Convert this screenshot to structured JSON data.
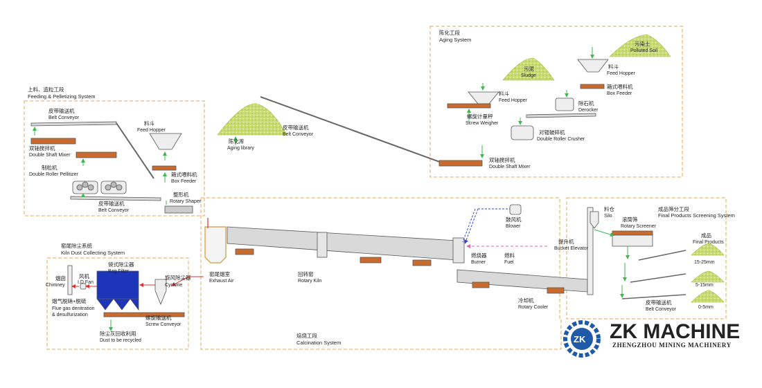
{
  "sections": {
    "aging": {
      "zh": "陈化工段",
      "en": "Aging System"
    },
    "feeding": {
      "zh": "上料、造粒工段",
      "en": "Feeding & Pelletizing System"
    },
    "kiln_dust": {
      "zh": "窑尾除尘系统",
      "en": "Kiln Dust Collecting System"
    },
    "calcination": {
      "zh": "焙烧工段",
      "en": "Calcination System"
    },
    "screening": {
      "zh": "成品筛分工段",
      "en": "Final Products Screening System"
    }
  },
  "equipment": {
    "belt_conveyor_1": {
      "zh": "皮带输送机",
      "en": "Belt Conveyor"
    },
    "double_shaft_mixer_1": {
      "zh": "双轴搅拌机",
      "en": "Double Shaft Mixer"
    },
    "double_roller_pellitizer": {
      "zh": "制粒机",
      "en": "Double Roller Pellitizer"
    },
    "belt_conveyor_2": {
      "zh": "皮带输送机",
      "en": "Belt Conveyor"
    },
    "feed_hopper_1": {
      "zh": "料斗",
      "en": "Feed Hopper"
    },
    "box_feeder_1": {
      "zh": "箱式喂料机",
      "en": "Box Feeder"
    },
    "rotary_shaper": {
      "zh": "整形机",
      "en": "Rotary Shaper"
    },
    "aging_library": {
      "zh": "陈化库",
      "en": "Aging library"
    },
    "belt_conveyor_3": {
      "zh": "皮带输送机",
      "en": "Belt Conveyor"
    },
    "sludge": {
      "zh": "污泥",
      "en": "Sludge"
    },
    "feed_hopper_2": {
      "zh": "料斗",
      "en": "Feed Hopper"
    },
    "screw_weigher": {
      "zh": "螺旋计量秤",
      "en": "Screw Weigher"
    },
    "double_roller_crusher": {
      "zh": "对辊破碎机",
      "en": "Double Roller Crusher"
    },
    "double_shaft_mixer_2": {
      "zh": "双轴搅拌机",
      "en": "Double Shaft Mixer"
    },
    "polluted_soil": {
      "zh": "污染土",
      "en": "Polluted Soil"
    },
    "feed_hopper_3": {
      "zh": "料斗",
      "en": "Feed Hopper"
    },
    "box_feeder_2": {
      "zh": "箱式喂料机",
      "en": "Box Feeder"
    },
    "derocker": {
      "zh": "除石机",
      "en": "Derocker"
    },
    "chimney": {
      "zh": "烟囱",
      "en": "Chimney"
    },
    "id_fan": {
      "zh": "风机",
      "en": "I.D.Fan"
    },
    "bag_filter": {
      "zh": "袋式除尘器",
      "en": "Bag Filter"
    },
    "cyclone": {
      "zh": "旋风除尘器",
      "en": "Cyclone"
    },
    "flue_gas": {
      "zh": "烟气脱硝+脱硫",
      "en1": "Flue gas denitration",
      "en2": "& desulfurization"
    },
    "screw_conveyor": {
      "zh": "螺旋输送机",
      "en": "Screw Conveyor"
    },
    "dust_recycled": {
      "zh": "除尘灰回收利用",
      "en": "Dust to be recycled"
    },
    "exhaust_air": {
      "zh": "窑尾烟室",
      "en": "Exhaust Air"
    },
    "rotary_kiln": {
      "zh": "回转窑",
      "en": "Rotary Kiln"
    },
    "blower": {
      "zh": "鼓风机",
      "en": "Blower"
    },
    "burner": {
      "zh": "燃烧器",
      "en": "Burner"
    },
    "fuel": {
      "zh": "燃料",
      "en": "Fuel"
    },
    "bucket_elevator": {
      "zh": "提升机",
      "en": "Bucket Elevator"
    },
    "rotary_cooler": {
      "zh": "冷却机",
      "en": "Rotary Cooler"
    },
    "silo": {
      "zh": "料仓",
      "en": "Silo"
    },
    "rotary_screener": {
      "zh": "滚筒筛",
      "en": "Rotary Screener"
    },
    "final_products": {
      "zh": "成品",
      "en": "Final Products"
    },
    "belt_conveyor_4": {
      "zh": "皮带输送机",
      "en": "Belt Conveyor"
    }
  },
  "products": {
    "p1": "15-25mm",
    "p2": "5-15mm",
    "p3": "0-5mm"
  },
  "logo": {
    "name": "ZK MACHINE",
    "sub": "ZHENGZHOU MINING MACHINERY",
    "mark": "ZK"
  },
  "colors": {
    "section_border": "#e8a45a",
    "material": "#b5cf5a",
    "flow_arrow": "#3cb84c",
    "gas_arrow": "#e03030",
    "air": "#3344cc",
    "logo_blue": "#1f5aa8"
  }
}
